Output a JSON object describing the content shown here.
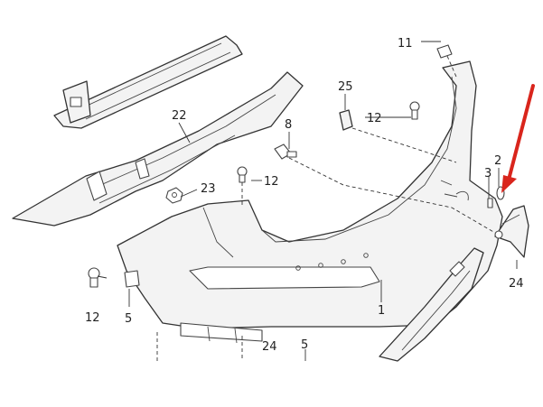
{
  "callouts": {
    "c1": "1",
    "c2": "2",
    "c3": "3",
    "c5a": "5",
    "c5b": "5",
    "c8": "8",
    "c11": "11",
    "c12a": "12",
    "c12b": "12",
    "c12c": "12",
    "c22": "22",
    "c23": "23",
    "c24a": "24",
    "c24b": "24",
    "c25": "25"
  },
  "colors": {
    "line": "#333333",
    "arrow": "#d9251c",
    "fill": "#f3f3f3"
  }
}
